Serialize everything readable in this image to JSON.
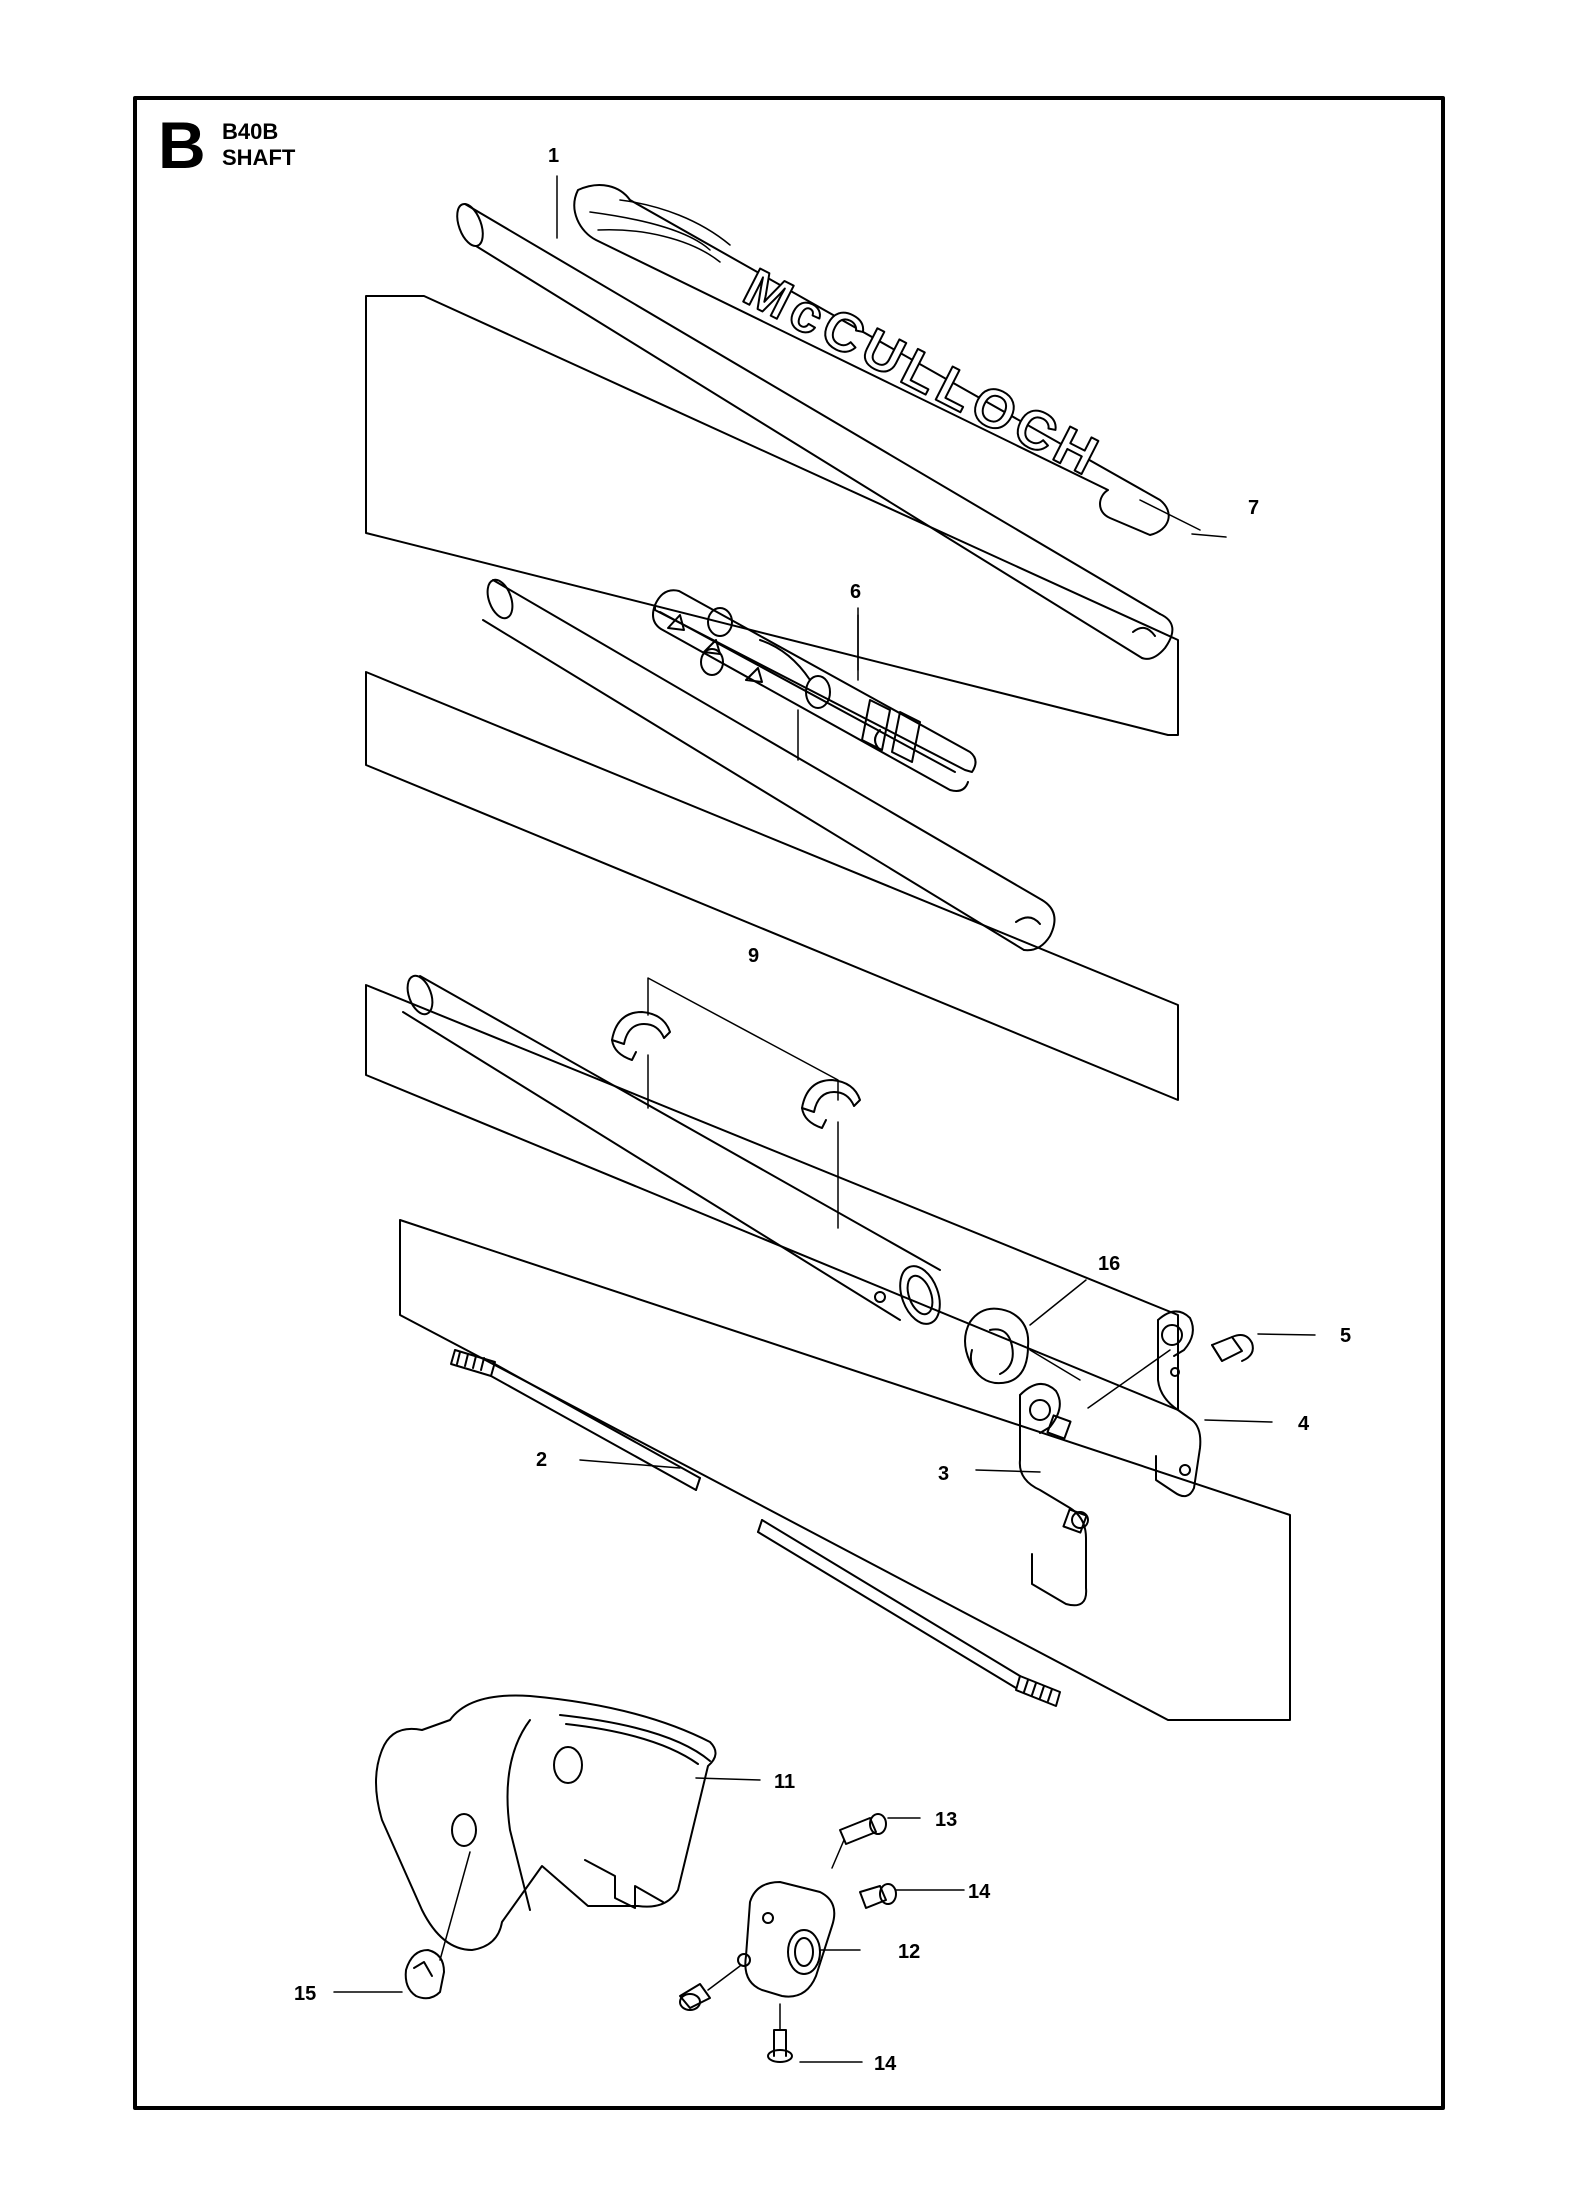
{
  "header": {
    "section_letter": "B",
    "model": "B40B",
    "title": "SHAFT"
  },
  "decal_text": "McCULLOCH",
  "callouts": [
    "1",
    "7",
    "6",
    "9",
    "16",
    "5",
    "4",
    "3",
    "2",
    "11",
    "13",
    "14",
    "12",
    "15",
    "14"
  ]
}
